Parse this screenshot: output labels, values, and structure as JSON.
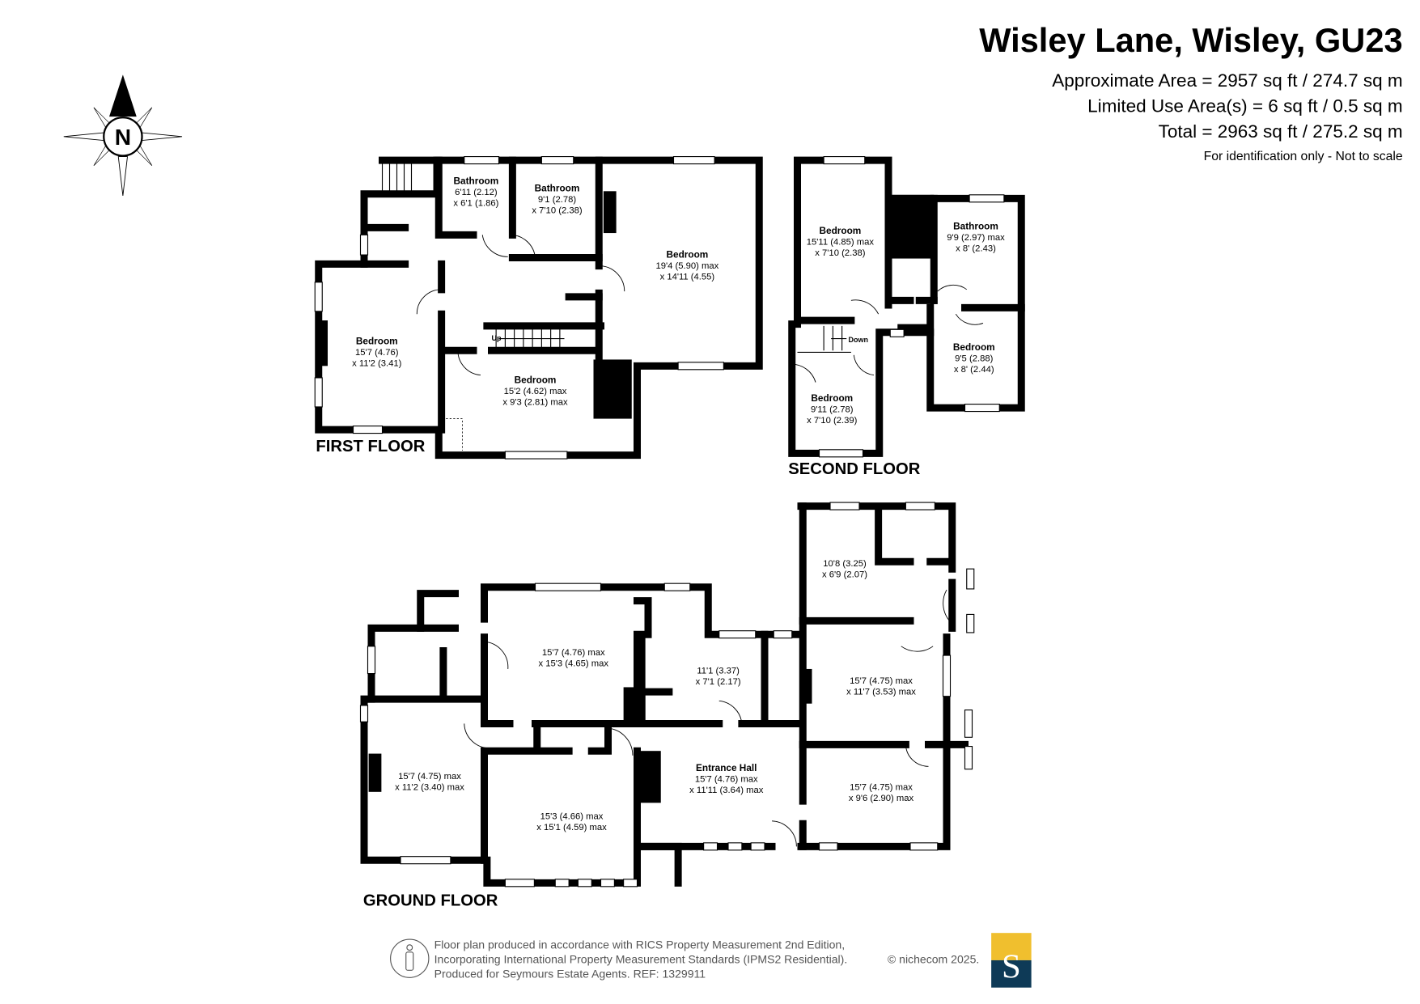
{
  "header": {
    "title": "Wisley Lane, Wisley, GU23",
    "approx_area": "Approximate Area = 2957 sq ft / 274.7 sq m",
    "limited_use": "Limited Use Area(s) = 6 sq ft / 0.5 sq m",
    "total": "Total = 2963 sq ft / 275.2 sq m",
    "note": "For identification only - Not to scale"
  },
  "compass": {
    "label": "N"
  },
  "floors": {
    "first": {
      "label": "FIRST FLOOR",
      "stair_label": "Up",
      "rooms": [
        {
          "name": "Bathroom",
          "dims": [
            "6'11 (2.12)",
            "x 6'1 (1.86)"
          ]
        },
        {
          "name": "Bathroom",
          "dims": [
            "9'1 (2.78)",
            "x 7'10 (2.38)"
          ]
        },
        {
          "name": "Bedroom",
          "dims": [
            "19'4 (5.90) max",
            "x 14'11 (4.55)"
          ]
        },
        {
          "name": "Bedroom",
          "dims": [
            "15'7 (4.76)",
            "x 11'2 (3.41)"
          ]
        },
        {
          "name": "Bedroom",
          "dims": [
            "15'2 (4.62) max",
            "x 9'3 (2.81) max"
          ]
        }
      ]
    },
    "second": {
      "label": "SECOND FLOOR",
      "stair_label": "Down",
      "rooms": [
        {
          "name": "Bedroom",
          "dims": [
            "15'11 (4.85) max",
            "x 7'10 (2.38)"
          ]
        },
        {
          "name": "Bathroom",
          "dims": [
            "9'9 (2.97) max",
            "x 8' (2.43)"
          ]
        },
        {
          "name": "Bedroom",
          "dims": [
            "9'5 (2.88)",
            "x 8' (2.44)"
          ]
        },
        {
          "name": "Bedroom",
          "dims": [
            "9'11 (2.78)",
            "x 7'10 (2.39)"
          ]
        }
      ]
    },
    "ground": {
      "label": "GROUND FLOOR",
      "rooms": [
        {
          "name": "",
          "dims": [
            "15'7 (4.76) max",
            "x 15'3 (4.65) max"
          ]
        },
        {
          "name": "",
          "dims": [
            "11'1 (3.37)",
            "x 7'1 (2.17)"
          ]
        },
        {
          "name": "",
          "dims": [
            "15'7 (4.75) max",
            "x 11'2 (3.40) max"
          ]
        },
        {
          "name": "",
          "dims": [
            "15'3 (4.66) max",
            "x 15'1 (4.59) max"
          ]
        },
        {
          "name": "Entrance Hall",
          "dims": [
            "15'7 (4.76) max",
            "x 11'11 (3.64) max"
          ]
        },
        {
          "name": "",
          "dims": [
            "10'8 (3.25)",
            "x 6'9 (2.07)"
          ]
        },
        {
          "name": "",
          "dims": [
            "15'7 (4.75) max",
            "x 11'7 (3.53) max"
          ]
        },
        {
          "name": "",
          "dims": [
            "15'7 (4.75) max",
            "x 9'6 (2.90) max"
          ]
        }
      ]
    }
  },
  "footer": {
    "lines": [
      "Floor plan produced in accordance with RICS Property Measurement 2nd Edition,",
      "Incorporating International Property Measurement Standards (IPMS2 Residential).",
      "Produced for Seymours Estate Agents.   REF: 1329911"
    ],
    "copyright": "© nichecom 2025.",
    "logo_letter": "S",
    "logo_colors": {
      "top": "#f0bf2e",
      "bottom": "#0e3a57"
    }
  }
}
